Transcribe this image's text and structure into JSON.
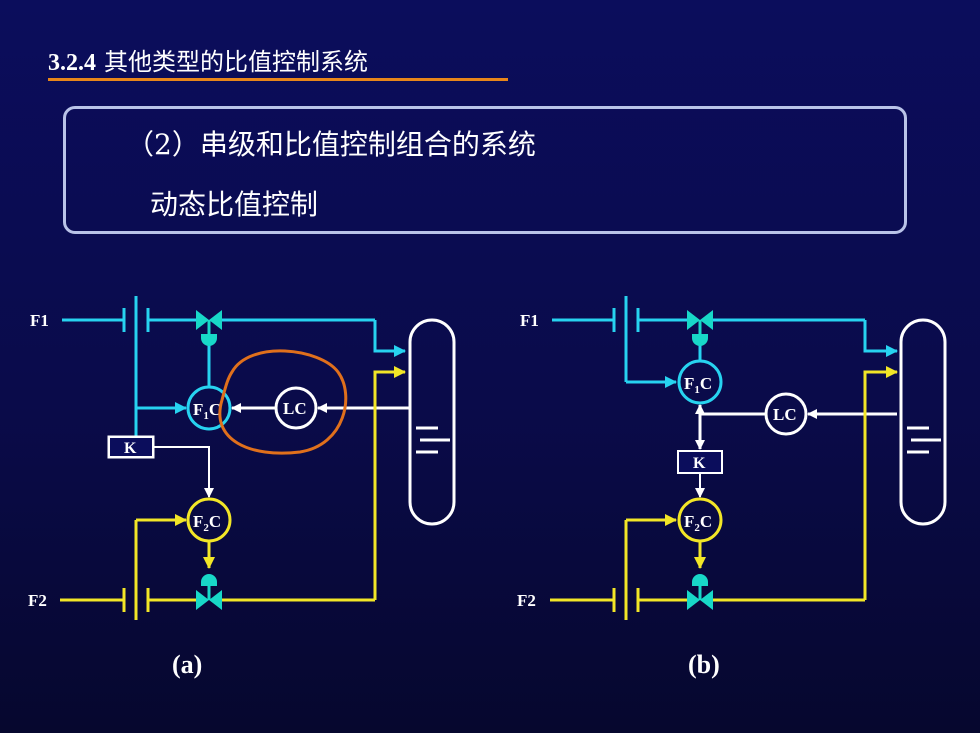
{
  "slide": {
    "section_number": "3.2.4",
    "section_title": "其他类型的比值控制系统",
    "subtitle_line1": "（2）串级和比值控制组合的系统",
    "subtitle_line2": "动态比值控制"
  },
  "diagram_a": {
    "label": "(a)",
    "flow1": "F1",
    "flow2": "F2",
    "f1c_base": "F",
    "f1c_sub": "1",
    "f1c_tail": "C",
    "f2c_base": "F",
    "f2c_sub": "2",
    "f2c_tail": "C",
    "lc": "LC",
    "k": "K"
  },
  "diagram_b": {
    "label": "(b)",
    "flow1": "F1",
    "flow2": "F2",
    "f1c_base": "F",
    "f1c_sub": "1",
    "f1c_tail": "C",
    "f2c_base": "F",
    "f2c_sub": "2",
    "f2c_tail": "C",
    "lc": "LC",
    "k": "K"
  },
  "colors": {
    "flow1_line": "#27d3f0",
    "flow2_line": "#f2e627",
    "valve": "#18d8c8",
    "signal": "#ffffff",
    "highlight_loop": "#e0701c",
    "title_underline": "#e8861a"
  }
}
